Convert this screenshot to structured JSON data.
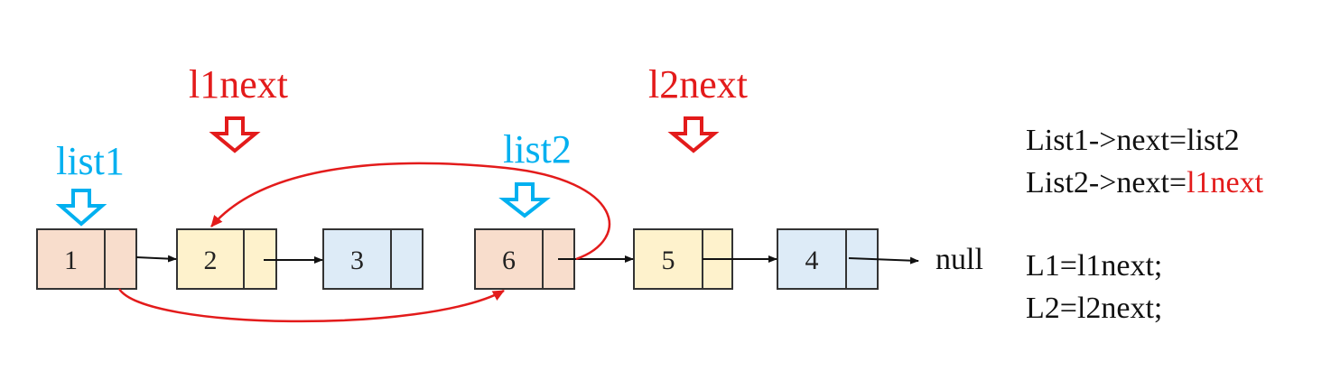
{
  "colors": {
    "orange_fill": "#F8DDCC",
    "yellow_fill": "#FEF2CC",
    "blue_fill": "#DDEBF7",
    "node_stroke": "#333333",
    "pointer_red": "#E31B1B",
    "pointer_blue": "#00B0F0",
    "link_arrow": "#111111",
    "text": "#111111"
  },
  "nodes": [
    {
      "value": "1",
      "color": "orange"
    },
    {
      "value": "2",
      "color": "yellow"
    },
    {
      "value": "3",
      "color": "blue"
    },
    {
      "value": "6",
      "color": "orange"
    },
    {
      "value": "5",
      "color": "yellow"
    },
    {
      "value": "4",
      "color": "blue"
    }
  ],
  "null_label": "null",
  "pointers": [
    {
      "label": "list1",
      "color": "blue"
    },
    {
      "label": "l1next",
      "color": "red"
    },
    {
      "label": "list2",
      "color": "blue"
    },
    {
      "label": "l2next",
      "color": "red"
    }
  ],
  "code": {
    "line1": "List1->next=list2",
    "line2_prefix": "List2->next=",
    "line2_highlight": "l1next",
    "line3": "L1=l1next;",
    "line4": "L2=l2next;"
  }
}
